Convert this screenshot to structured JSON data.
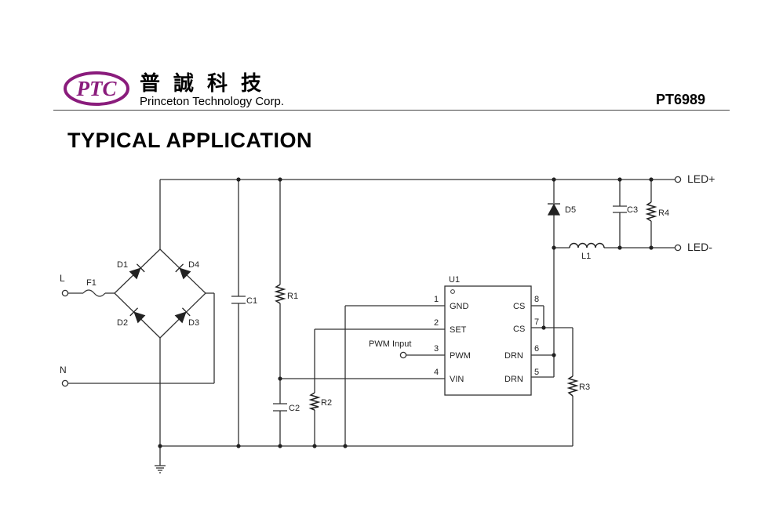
{
  "header": {
    "logo_text": "PTC",
    "company_chinese": "普誠科技",
    "company_english": "Princeton Technology Corp.",
    "part_number": "PT6989"
  },
  "section_title": "TYPICAL APPLICATION",
  "schematic": {
    "terminals": {
      "line": "L",
      "neutral": "N",
      "led_pos": "LED+",
      "led_neg": "LED-"
    },
    "components": {
      "fuse": "F1",
      "d1": "D1",
      "d2": "D2",
      "d3": "D3",
      "d4": "D4",
      "d5": "D5",
      "c1": "C1",
      "c2": "C2",
      "c3": "C3",
      "r1": "R1",
      "r2": "R2",
      "r3": "R3",
      "r4": "R4",
      "l1": "L1",
      "ic": "U1"
    },
    "pwm_input": "PWM Input",
    "pins": [
      {
        "num": "1",
        "name": "GND"
      },
      {
        "num": "2",
        "name": "SET"
      },
      {
        "num": "3",
        "name": "PWM"
      },
      {
        "num": "4",
        "name": "VIN"
      },
      {
        "num": "8",
        "name": "CS"
      },
      {
        "num": "7",
        "name": "CS"
      },
      {
        "num": "6",
        "name": "DRN"
      },
      {
        "num": "5",
        "name": "DRN"
      }
    ]
  },
  "colors": {
    "logo": "#8a1c7c",
    "wire": "#333333"
  }
}
